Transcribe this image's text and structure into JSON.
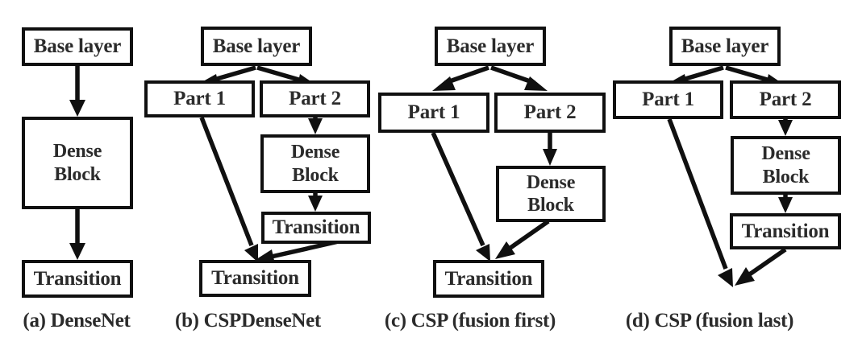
{
  "figure": {
    "title": "CSPNet architecture variants comparison",
    "background_color": "#ffffff",
    "stroke_color": "#101010",
    "text_color": "#2b2b2b"
  },
  "labels": {
    "base_layer": "Base layer",
    "part1": "Part 1",
    "part2": "Part 2",
    "dense_block": "Dense\nBlock",
    "transition": "Transition"
  },
  "panels": [
    {
      "id": "a",
      "caption": "(a) DenseNet",
      "nodes": [
        {
          "name": "base-layer",
          "label": "Base layer"
        },
        {
          "name": "dense-block",
          "label": "Dense\nBlock"
        },
        {
          "name": "transition",
          "label": "Transition"
        }
      ]
    },
    {
      "id": "b",
      "caption": "(b) CSPDenseNet",
      "nodes": [
        {
          "name": "base-layer",
          "label": "Base layer"
        },
        {
          "name": "part-1",
          "label": "Part 1"
        },
        {
          "name": "part-2",
          "label": "Part 2"
        },
        {
          "name": "dense-block",
          "label": "Dense\nBlock"
        },
        {
          "name": "transition-upper",
          "label": "Transition"
        },
        {
          "name": "transition-lower",
          "label": "Transition"
        }
      ]
    },
    {
      "id": "c",
      "caption": "(c) CSP (fusion first)",
      "nodes": [
        {
          "name": "base-layer",
          "label": "Base layer"
        },
        {
          "name": "part-1",
          "label": "Part 1"
        },
        {
          "name": "part-2",
          "label": "Part 2"
        },
        {
          "name": "dense-block",
          "label": "Dense\nBlock"
        },
        {
          "name": "transition",
          "label": "Transition"
        }
      ]
    },
    {
      "id": "d",
      "caption": "(d) CSP (fusion last)",
      "nodes": [
        {
          "name": "base-layer",
          "label": "Base layer"
        },
        {
          "name": "part-1",
          "label": "Part 1"
        },
        {
          "name": "part-2",
          "label": "Part 2"
        },
        {
          "name": "dense-block",
          "label": "Dense\nBlock"
        },
        {
          "name": "transition",
          "label": "Transition"
        }
      ]
    }
  ]
}
